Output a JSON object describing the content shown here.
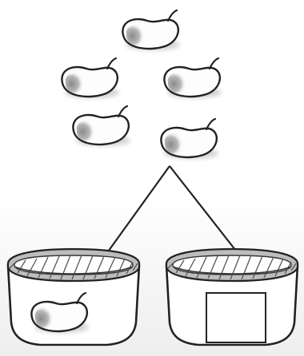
{
  "illustration": {
    "mango_icon": "mango-icon",
    "basket_icon": "basket-icon",
    "answer_box_icon": "empty-answer-box",
    "mango_total": 5,
    "left_basket_mango_count": 1,
    "right_basket_mango_count": null,
    "colors": {
      "outline": "#222222",
      "mango_fill": "#fdfdfd",
      "mango_shade": "#a8a8a8",
      "backdrop": "#eeeeee",
      "basket_rim": "#bdbdbd"
    }
  }
}
